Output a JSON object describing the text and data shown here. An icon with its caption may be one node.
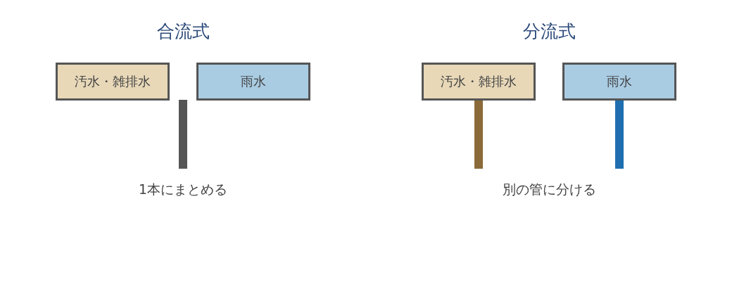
{
  "diagram": {
    "nodes": [
      {
        "text": [
          "汚水・雑排水"
        ]
      },
      {
        "text": [
          "雨水"
        ]
      },
      {
        "text": [],
        "shape": "bar"
      },
      {
        "text": [
          "汚水・雑排水"
        ]
      },
      {
        "text": [
          "雨水"
        ]
      },
      {
        "text": [],
        "shape": "bar"
      },
      {
        "text": [],
        "shape": "bar"
      }
    ],
    "labels": [
      "合流式",
      "分流式",
      "1本にまとめる",
      "別の管に分ける"
    ]
  }
}
